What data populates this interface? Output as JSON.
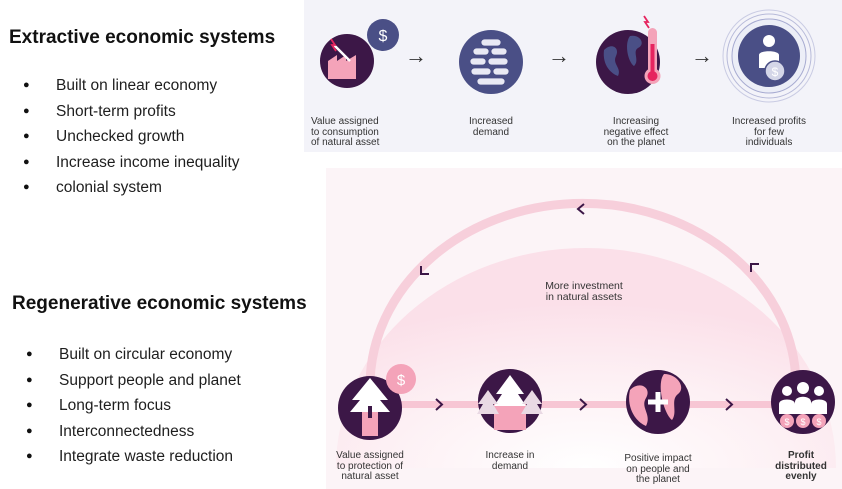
{
  "extractive": {
    "heading": "Extractive  economic systems",
    "bullets": [
      "Built on linear economy",
      "Short-term profits",
      "Unchecked growth",
      "Increase income inequality",
      "colonial system"
    ],
    "steps": [
      {
        "label_lines": [
          "Value assigned",
          "to consumption",
          "of natural asset"
        ]
      },
      {
        "label_lines": [
          "Increased",
          "demand"
        ]
      },
      {
        "label_lines": [
          "Increasing",
          "negative effect",
          "on the planet"
        ]
      },
      {
        "label_lines": [
          "Increased profits",
          "for few",
          "individuals"
        ]
      }
    ],
    "currency_symbol": "$",
    "arrow_glyph": "→"
  },
  "regenerative": {
    "heading": "Regenerative economic systems",
    "bullets": [
      "Built on circular economy",
      "Support people and planet",
      "Long-term focus",
      "Interconnectedness",
      "Integrate waste reduction"
    ],
    "loop_label_lines": [
      "More investment",
      "in natural assets"
    ],
    "steps": [
      {
        "label_lines": [
          "Value assigned",
          "to protection of",
          "natural asset"
        ]
      },
      {
        "label_lines": [
          "Increase in",
          "demand"
        ]
      },
      {
        "label_lines": [
          "Positive impact",
          "on people and",
          "the planet"
        ]
      },
      {
        "label_lines": [
          "Profit",
          "distributed",
          "evenly"
        ]
      }
    ],
    "currency_symbol": "$"
  },
  "colors": {
    "dark_purple": "#3c1747",
    "navy": "#4a4f86",
    "pink": "#f4a3b9",
    "light_pink": "#fde7ee",
    "accent_red": "#e6245f"
  }
}
